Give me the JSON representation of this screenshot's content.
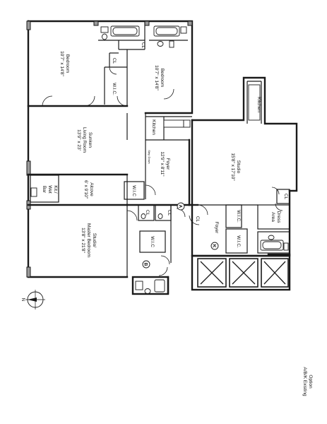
{
  "rooms": {
    "bedroom_west": {
      "name": "Bedroom",
      "size": "10'7\" x 14'8\""
    },
    "bedroom_east": {
      "name": "Bedroom",
      "size": "10'7\" x 14'8\""
    },
    "living": {
      "name": "Sunken",
      "name2": "Living Room",
      "size": "13'9\" x 23'"
    },
    "alcove": {
      "name": "Alcove",
      "size": "6' x 9'10\""
    },
    "master": {
      "name": "Studio/",
      "name2": "Master Bedroom",
      "size": "13'8\" x 21'8\""
    },
    "foyer_main": {
      "name": "Foyer",
      "size": "12'9\" x 8'11\""
    },
    "studio": {
      "name": "Studio",
      "size": "15'8\" x 17'10\""
    }
  },
  "labels": {
    "kitchen_main": "Kitchen",
    "kitchen_studio": "Kitchen",
    "wic_west": "W.I.C.",
    "wic_alcove": "W.I.C",
    "wic_lower": "W.I.C",
    "wic_studio_1": "W.I.C.",
    "wic_studio_2": "W.I.C.",
    "cl_1": "CL",
    "cl_2": "CL",
    "cl_3": "CL",
    "cl_4": "CL",
    "cl_5": "CL",
    "cl_6": "CL",
    "kit_wet_bar_1": "Kit./",
    "kit_wet_bar_2": "Wet",
    "kit_wet_bar_3": "Bar",
    "dress_area_1": "Dress",
    "dress_area_2": "Area",
    "foyer_elevator": "Foyer",
    "step_down": "Step Down"
  },
  "markers": {
    "a": "A",
    "b": "B",
    "k": "K"
  },
  "compass": {
    "north": "N"
  },
  "caption": {
    "line1": "Option",
    "line2": "A/B/K Existing"
  },
  "colors": {
    "wall": "#1a1a1a",
    "wall_fill": "#9a9a9a",
    "background": "#ffffff"
  }
}
